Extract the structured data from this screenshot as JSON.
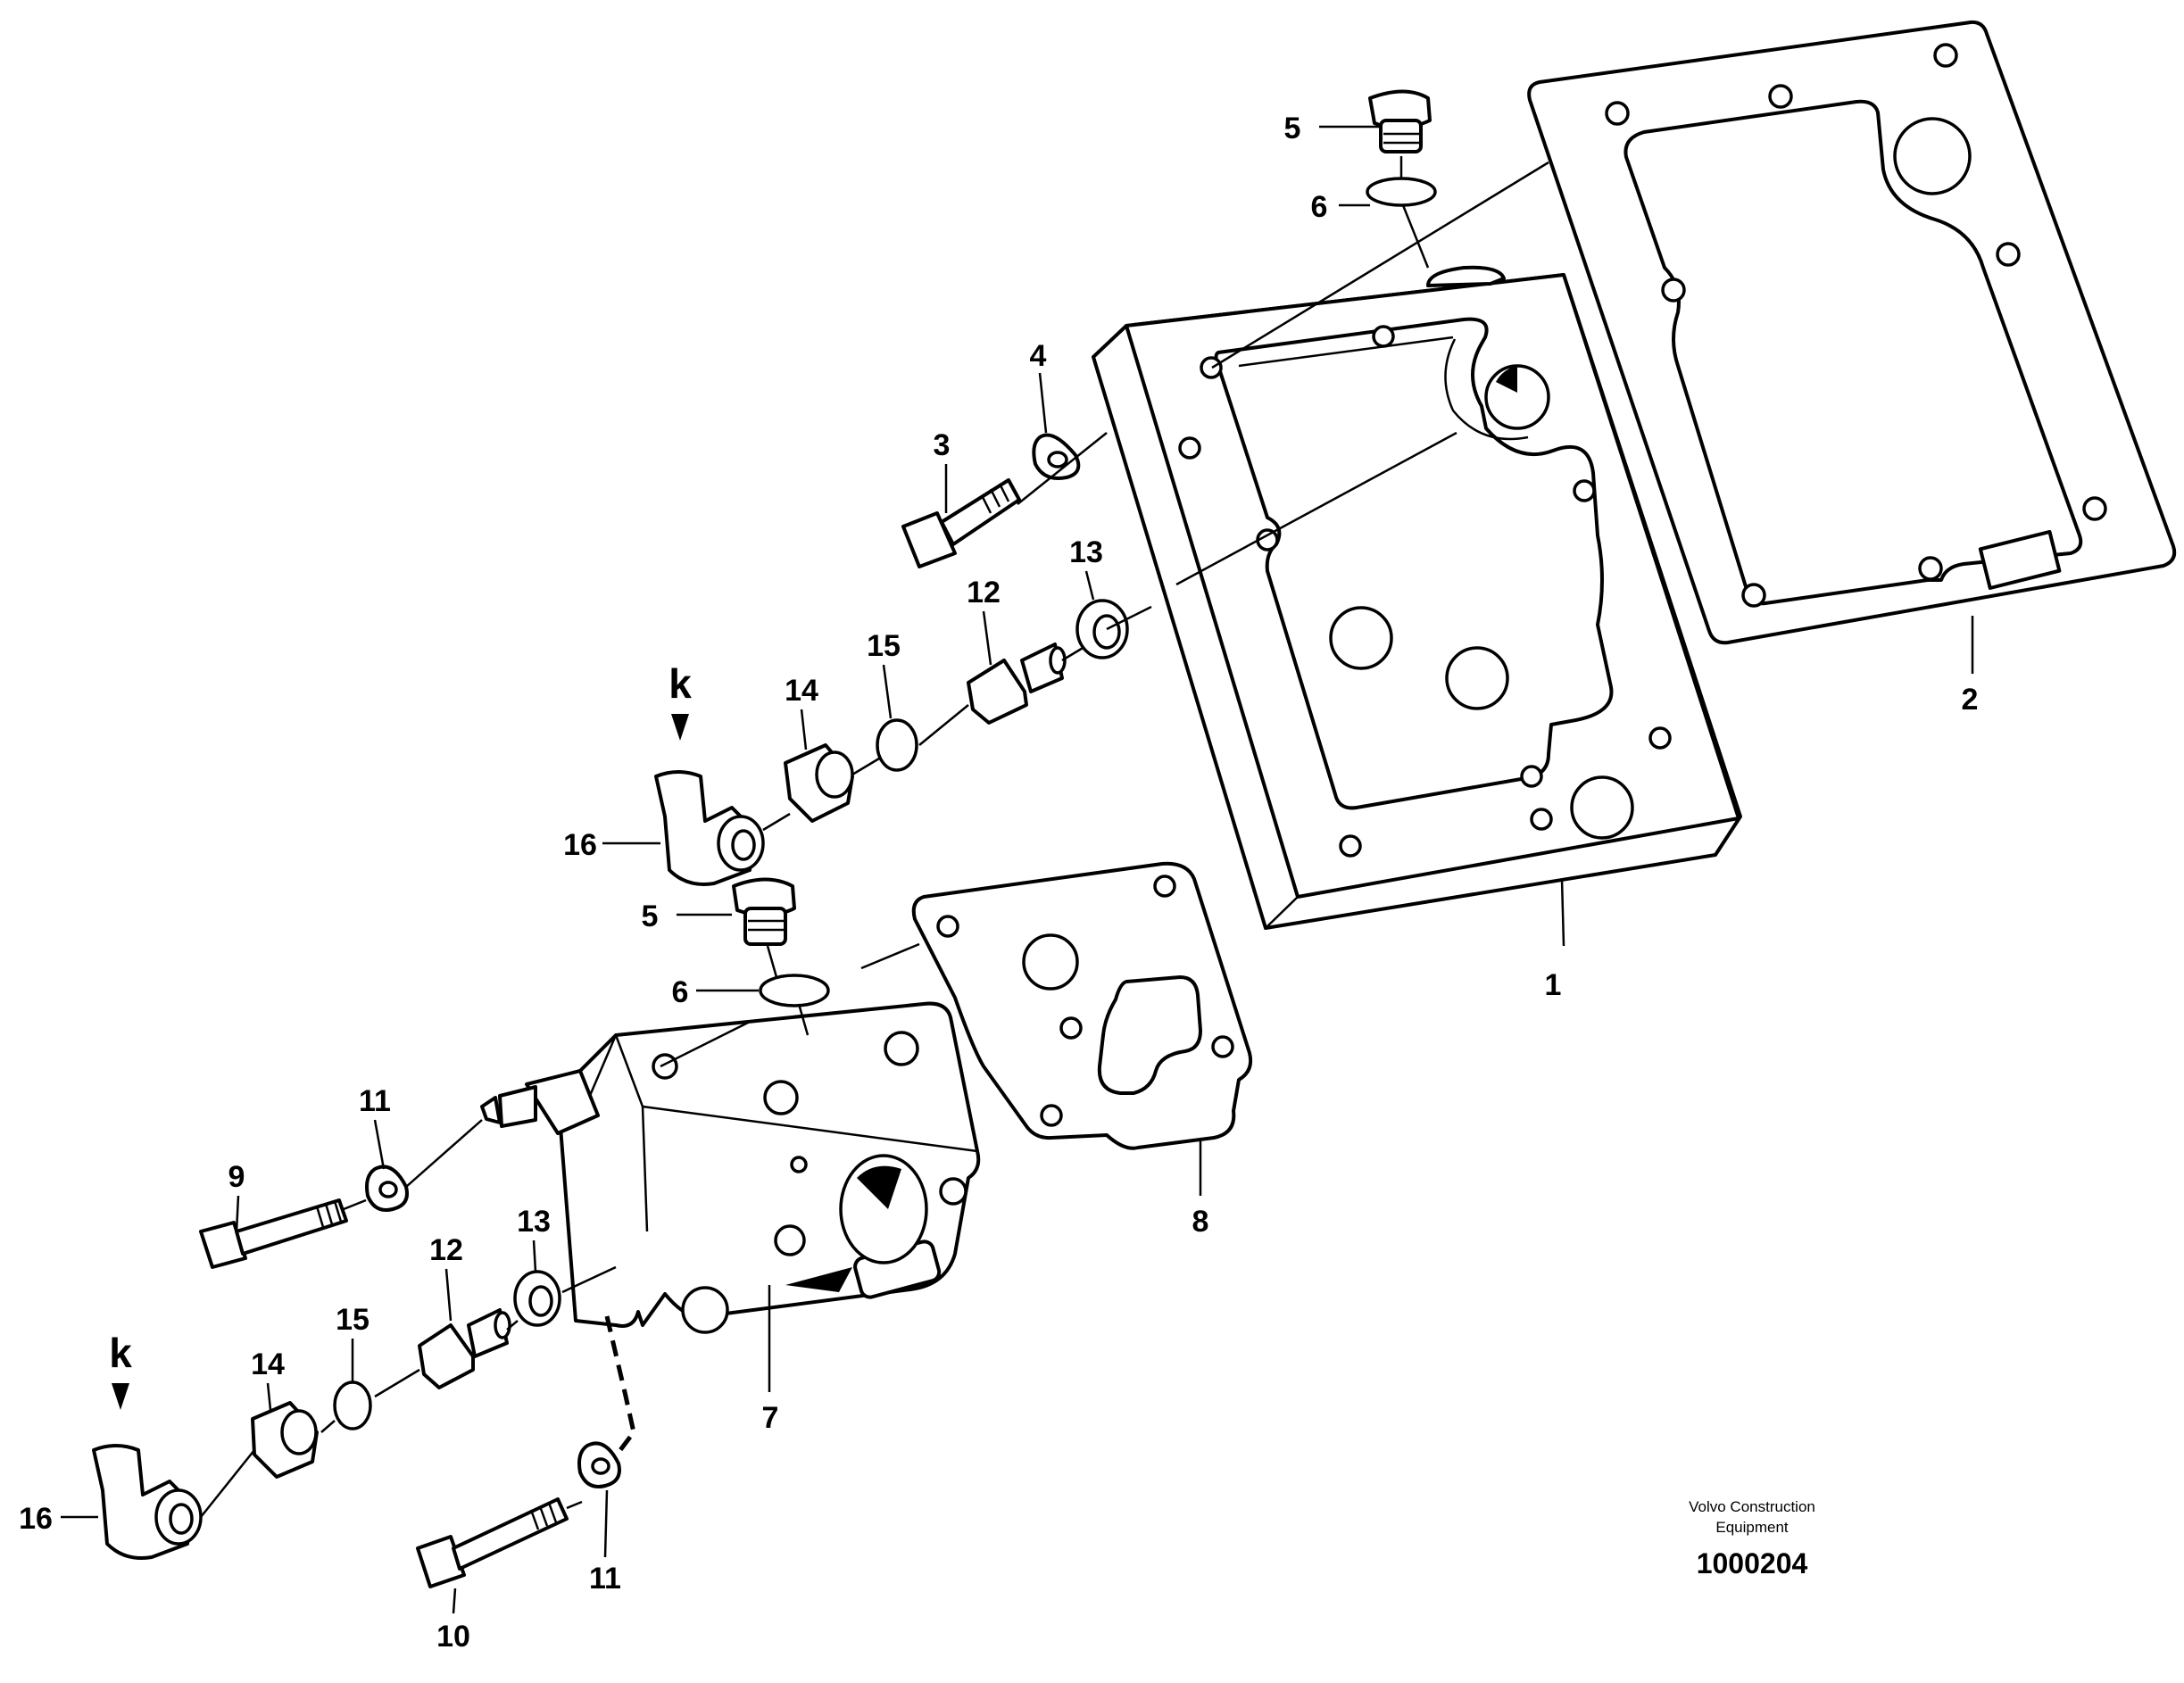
{
  "callouts": {
    "c1": "1",
    "c2": "2",
    "c3": "3",
    "c4": "4",
    "c5a": "5",
    "c6a": "6",
    "c5b": "5",
    "c6b": "6",
    "c7": "7",
    "c8": "8",
    "c9": "9",
    "c10": "10",
    "c11a": "11",
    "c11b": "11",
    "c12a": "12",
    "c13a": "13",
    "c14a": "14",
    "c15a": "15",
    "c16a": "16",
    "c12b": "12",
    "c13b": "13",
    "c14b": "14",
    "c15b": "15",
    "c16b": "16"
  },
  "markers": {
    "k_top": "k",
    "k_bottom": "k"
  },
  "footer": {
    "brand_line1": "Volvo Construction",
    "brand_line2": "Equipment",
    "drawing_number": "1000204"
  }
}
